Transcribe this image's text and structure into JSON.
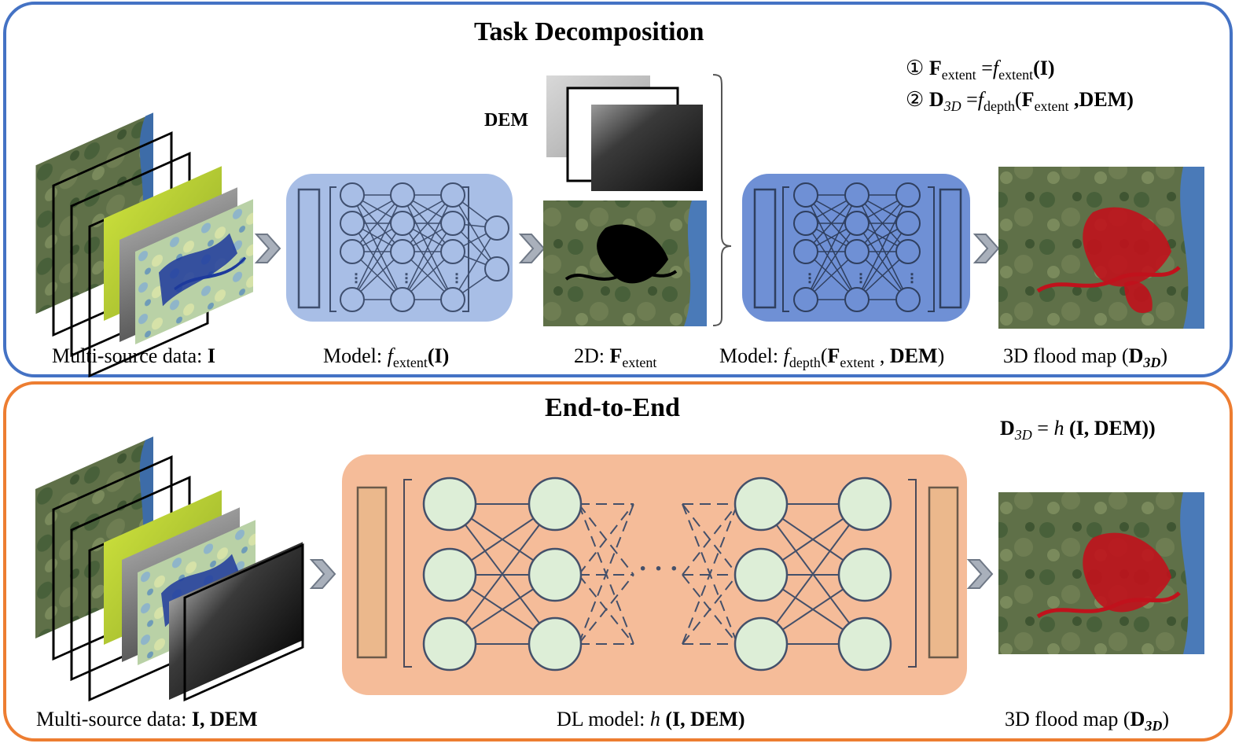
{
  "task_decomposition": {
    "title": "Task Decomposition",
    "dem_label": "DEM",
    "formula_1": {
      "marker": "①",
      "lhs": "F",
      "lhs_sub": "extent",
      "eq": " =",
      "fn": "f",
      "fn_sub": "extent",
      "arg": "(I)"
    },
    "formula_2": {
      "marker": "②",
      "lhs": "D",
      "lhs_sub": "3D",
      "eq": " =",
      "fn": "f",
      "fn_sub": "depth",
      "arg_open": "(",
      "arg_F": "F",
      "arg_F_sub": "extent",
      "arg_rest": " ,DEM)"
    },
    "captions": {
      "input": {
        "prefix": "Multi-source data: ",
        "bold": "I"
      },
      "model1": {
        "prefix": "Model: ",
        "fn": "f",
        "fn_sub": "extent",
        "bold": "(I)"
      },
      "extent": {
        "prefix": "2D: ",
        "bold": "F",
        "sub": "extent"
      },
      "model2": {
        "prefix": "Model: ",
        "fn": "f",
        "fn_sub": "depth",
        "paren": "(",
        "F": "F",
        "F_sub": "extent",
        "rest": " , ",
        "bold": "DEM",
        "close": ")"
      },
      "output": {
        "prefix": "3D flood map (",
        "bold": "D",
        "sub": "3D",
        "close": ")"
      }
    }
  },
  "end_to_end": {
    "title": "End-to-End",
    "formula": {
      "lhs": "D",
      "lhs_sub": "3D",
      "eq": " = ",
      "fn": "h",
      "arg": " (I, DEM))"
    },
    "ellipsis": "· · ·",
    "captions": {
      "input": {
        "prefix": "Multi-source data: ",
        "bold": "I, DEM"
      },
      "model": {
        "prefix": "DL model: ",
        "fn": "h",
        "bold": " (I, DEM)"
      },
      "output": {
        "prefix": "3D flood map (",
        "bold": "D",
        "sub": "3D",
        "close": ")"
      }
    }
  },
  "colors": {
    "top_border": "#4472C4",
    "bottom_border": "#ED7D31",
    "model1_fill": "#A8BEE6",
    "model2_fill": "#6F90D5",
    "e2e_fill": "#F5BC99",
    "e2e_node": "#DDEED7",
    "e2e_bar": "#EBB88C",
    "flood_red": "#C0121C"
  }
}
